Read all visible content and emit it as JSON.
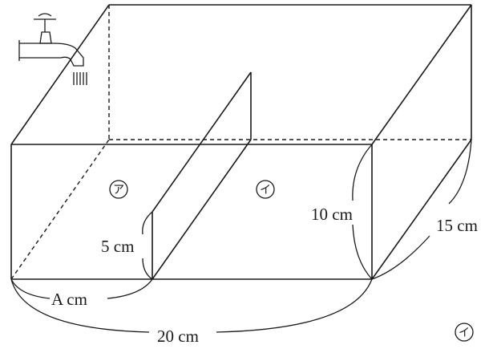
{
  "labels": {
    "dim_a": "A cm",
    "dim_total": "20 cm",
    "dim_partition": "5 cm",
    "dim_height": "10 cm",
    "dim_depth": "15 cm"
  },
  "regions": {
    "left": "ア",
    "right": "イ",
    "corner": "イ"
  },
  "icons": {
    "tap": "faucet-icon"
  }
}
